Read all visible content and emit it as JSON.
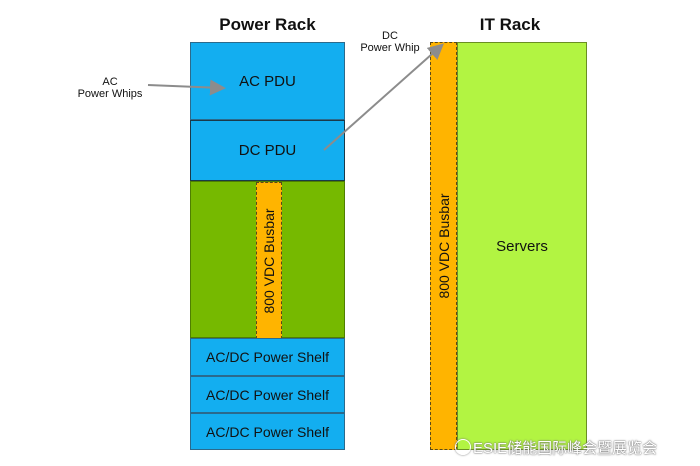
{
  "power_rack": {
    "title": "Power Rack",
    "ac_pdu": "AC PDU",
    "dc_pdu": "DC PDU",
    "busbar": "800 VDC Busbar",
    "shelves": [
      "AC/DC Power Shelf",
      "AC/DC Power Shelf",
      "AC/DC Power Shelf"
    ]
  },
  "it_rack": {
    "title": "IT Rack",
    "busbar": "800 VDC Busbar",
    "servers": "Servers"
  },
  "annotations": {
    "ac_whips_line1": "AC",
    "ac_whips_line2": "Power Whips",
    "dc_whip_line1": "DC",
    "dc_whip_line2": "Power Whip"
  },
  "watermark": "ESIE储能国际峰会暨展览会",
  "colors": {
    "pdu_blue": "#13aef0",
    "busbar_orange": "#ffb400",
    "power_green": "#76b900",
    "server_green": "#b2f442",
    "arrow_gray": "#8c8c8c"
  }
}
